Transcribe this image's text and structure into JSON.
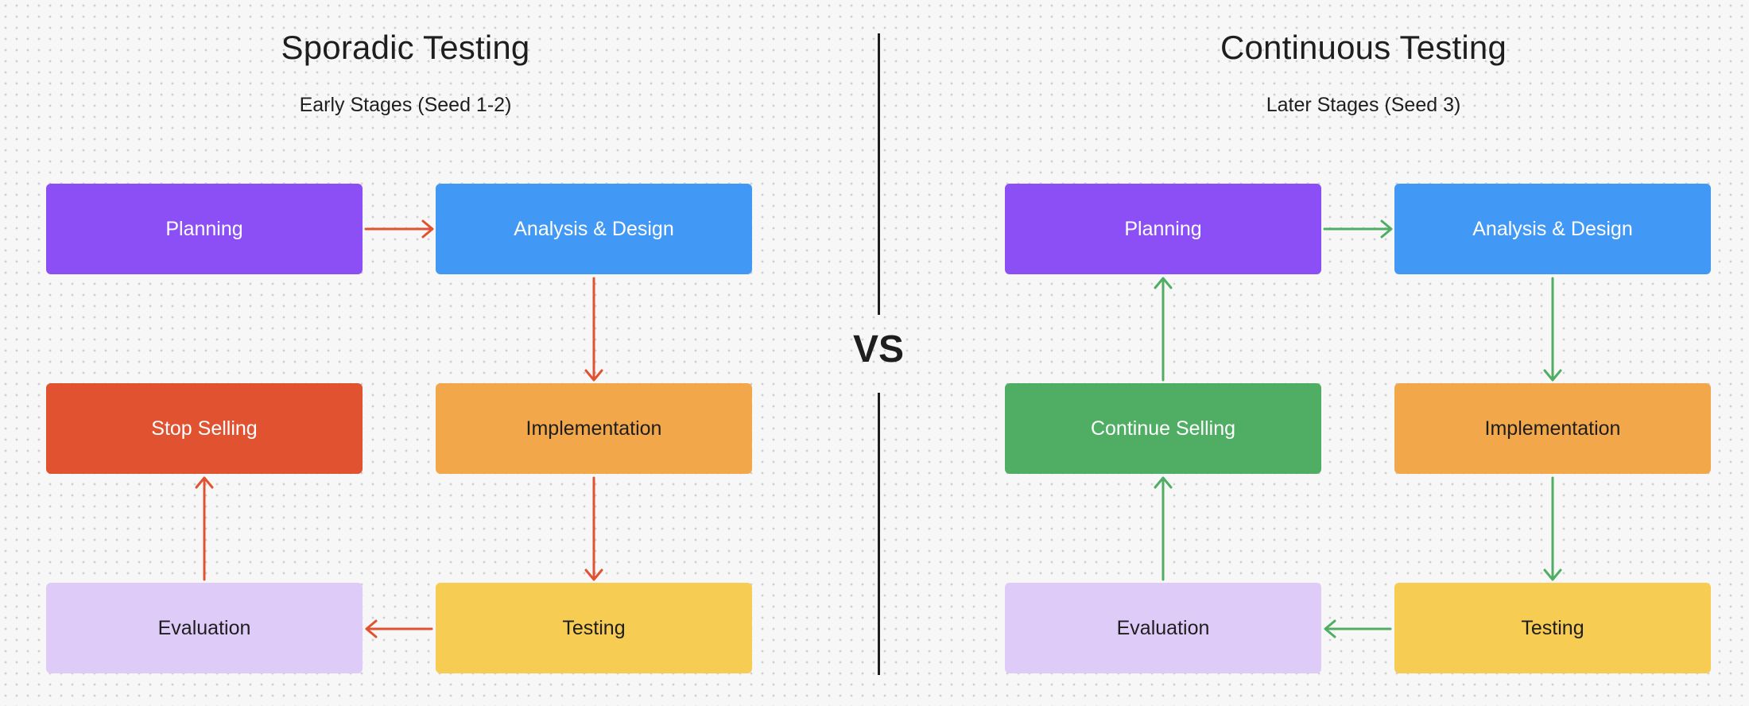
{
  "left": {
    "title": "Sporadic Testing",
    "subtitle": "Early Stages (Seed 1-2)",
    "arrow_color": "#e05230",
    "boxes": {
      "planning": "Planning",
      "analysis": "Analysis & Design",
      "stop_selling": "Stop Selling",
      "implementation": "Implementation",
      "evaluation": "Evaluation",
      "testing": "Testing"
    }
  },
  "divider": {
    "label": "VS"
  },
  "right": {
    "title": "Continuous Testing",
    "subtitle": "Later Stages (Seed 3)",
    "arrow_color": "#4fae63",
    "boxes": {
      "planning": "Planning",
      "analysis": "Analysis & Design",
      "continue_selling": "Continue Selling",
      "implementation": "Implementation",
      "evaluation": "Evaluation",
      "testing": "Testing"
    }
  },
  "colors": {
    "planning": "#8c4ff5",
    "analysis": "#4299f5",
    "implementation": "#f2a84a",
    "testing": "#f7cc52",
    "evaluation": "#decbf8",
    "stop_selling": "#e05230",
    "continue_selling": "#4fae63"
  }
}
